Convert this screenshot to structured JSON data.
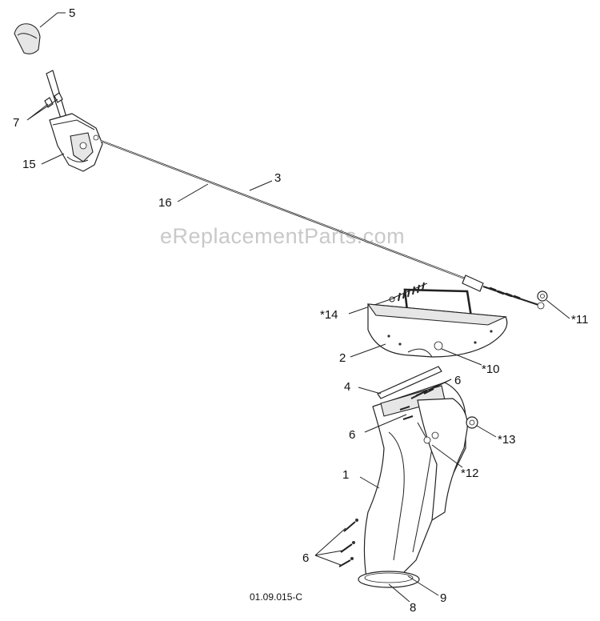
{
  "diagram": {
    "watermark": "eReplacementParts.com",
    "drawing_number": "01.09.015-C",
    "callouts": {
      "knob": "5",
      "screws": "7",
      "control_bracket": "15",
      "cable_right": "3",
      "cable_left": "16",
      "spring": "*14",
      "nut_right": "*11",
      "deflector": "2",
      "deflector_bolt": "*10",
      "seal_strip": "4",
      "bolts_upper": "6",
      "bolts_mid": "6",
      "flange_nut": "*13",
      "chute_panel": "*12",
      "chute": "1",
      "bolts_lower": "6",
      "chute_base": "8",
      "chute_ring": "9"
    }
  }
}
